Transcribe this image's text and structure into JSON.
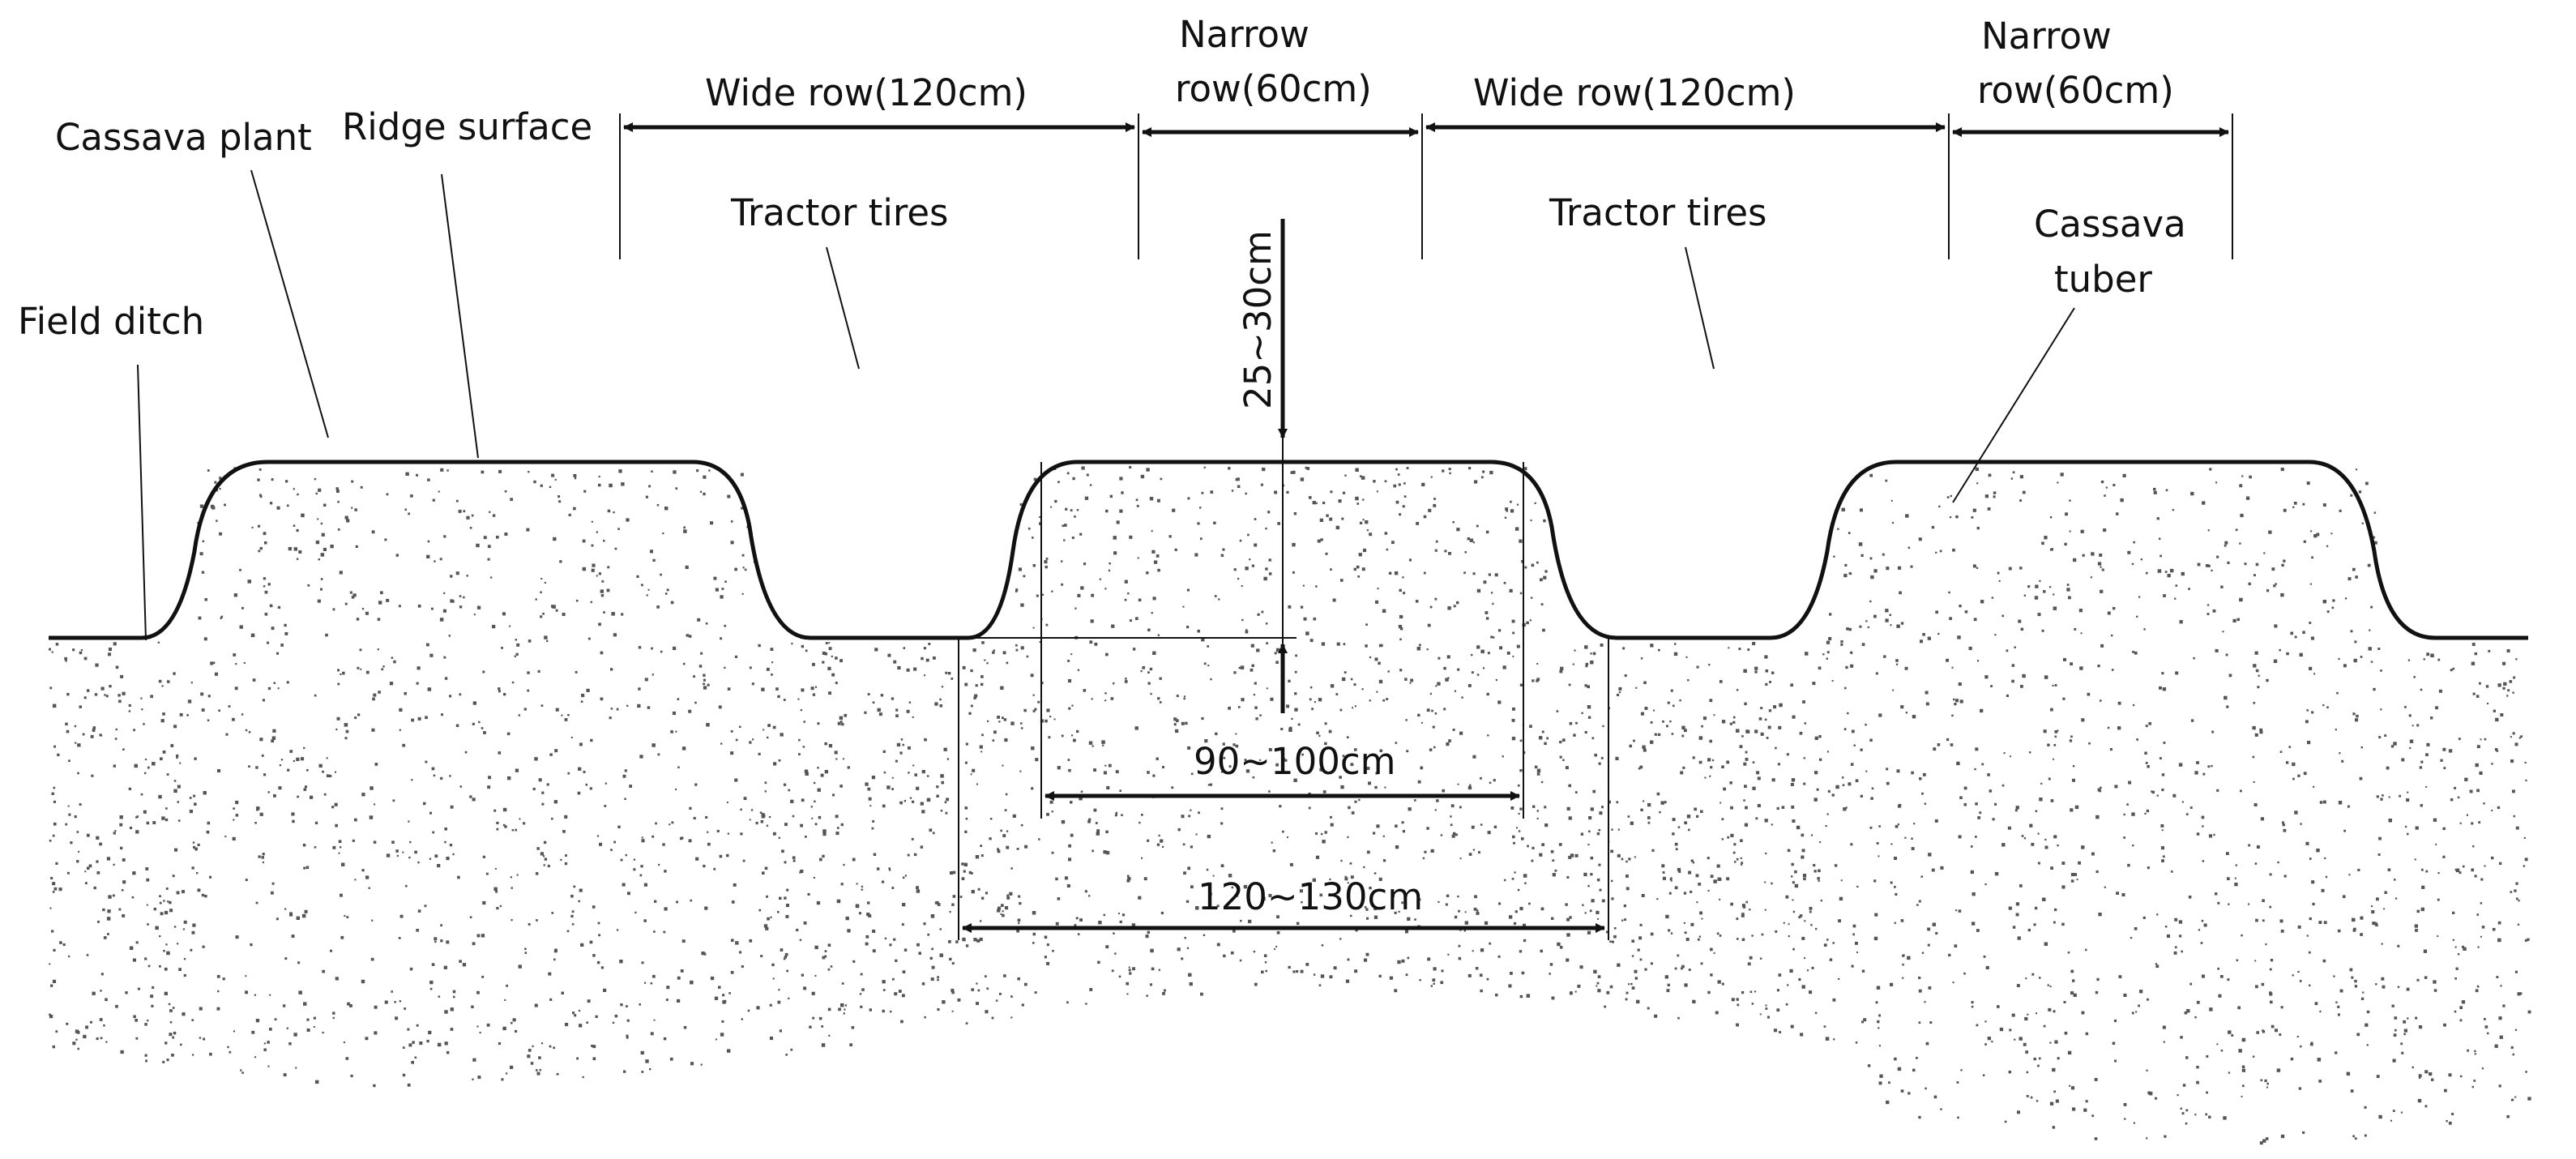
{
  "labels": {
    "field_ditch": "Field ditch",
    "cassava_plant": "Cassava plant",
    "ridge_surface": "Ridge surface",
    "wide_row_1": "Wide row(120cm)",
    "narrow_row_1_line1": "Narrow",
    "narrow_row_1_line2": "row(60cm)",
    "wide_row_2": "Wide row(120cm)",
    "narrow_row_2_line1": "Narrow",
    "narrow_row_2_line2": "row(60cm)",
    "tractor_tires_1": "Tractor tires",
    "tractor_tires_2": "Tractor tires",
    "cassava_tuber_line1": "Cassava",
    "cassava_tuber_line2": "tuber",
    "ridge_height": "25~30cm",
    "ridge_top_width": "90~100cm",
    "ridge_base_width": "120~130cm"
  },
  "colors": {
    "line": "#111111",
    "soil_speckle": "#555555",
    "tuber_fill": "#bdbdbd",
    "background": "#ffffff"
  }
}
